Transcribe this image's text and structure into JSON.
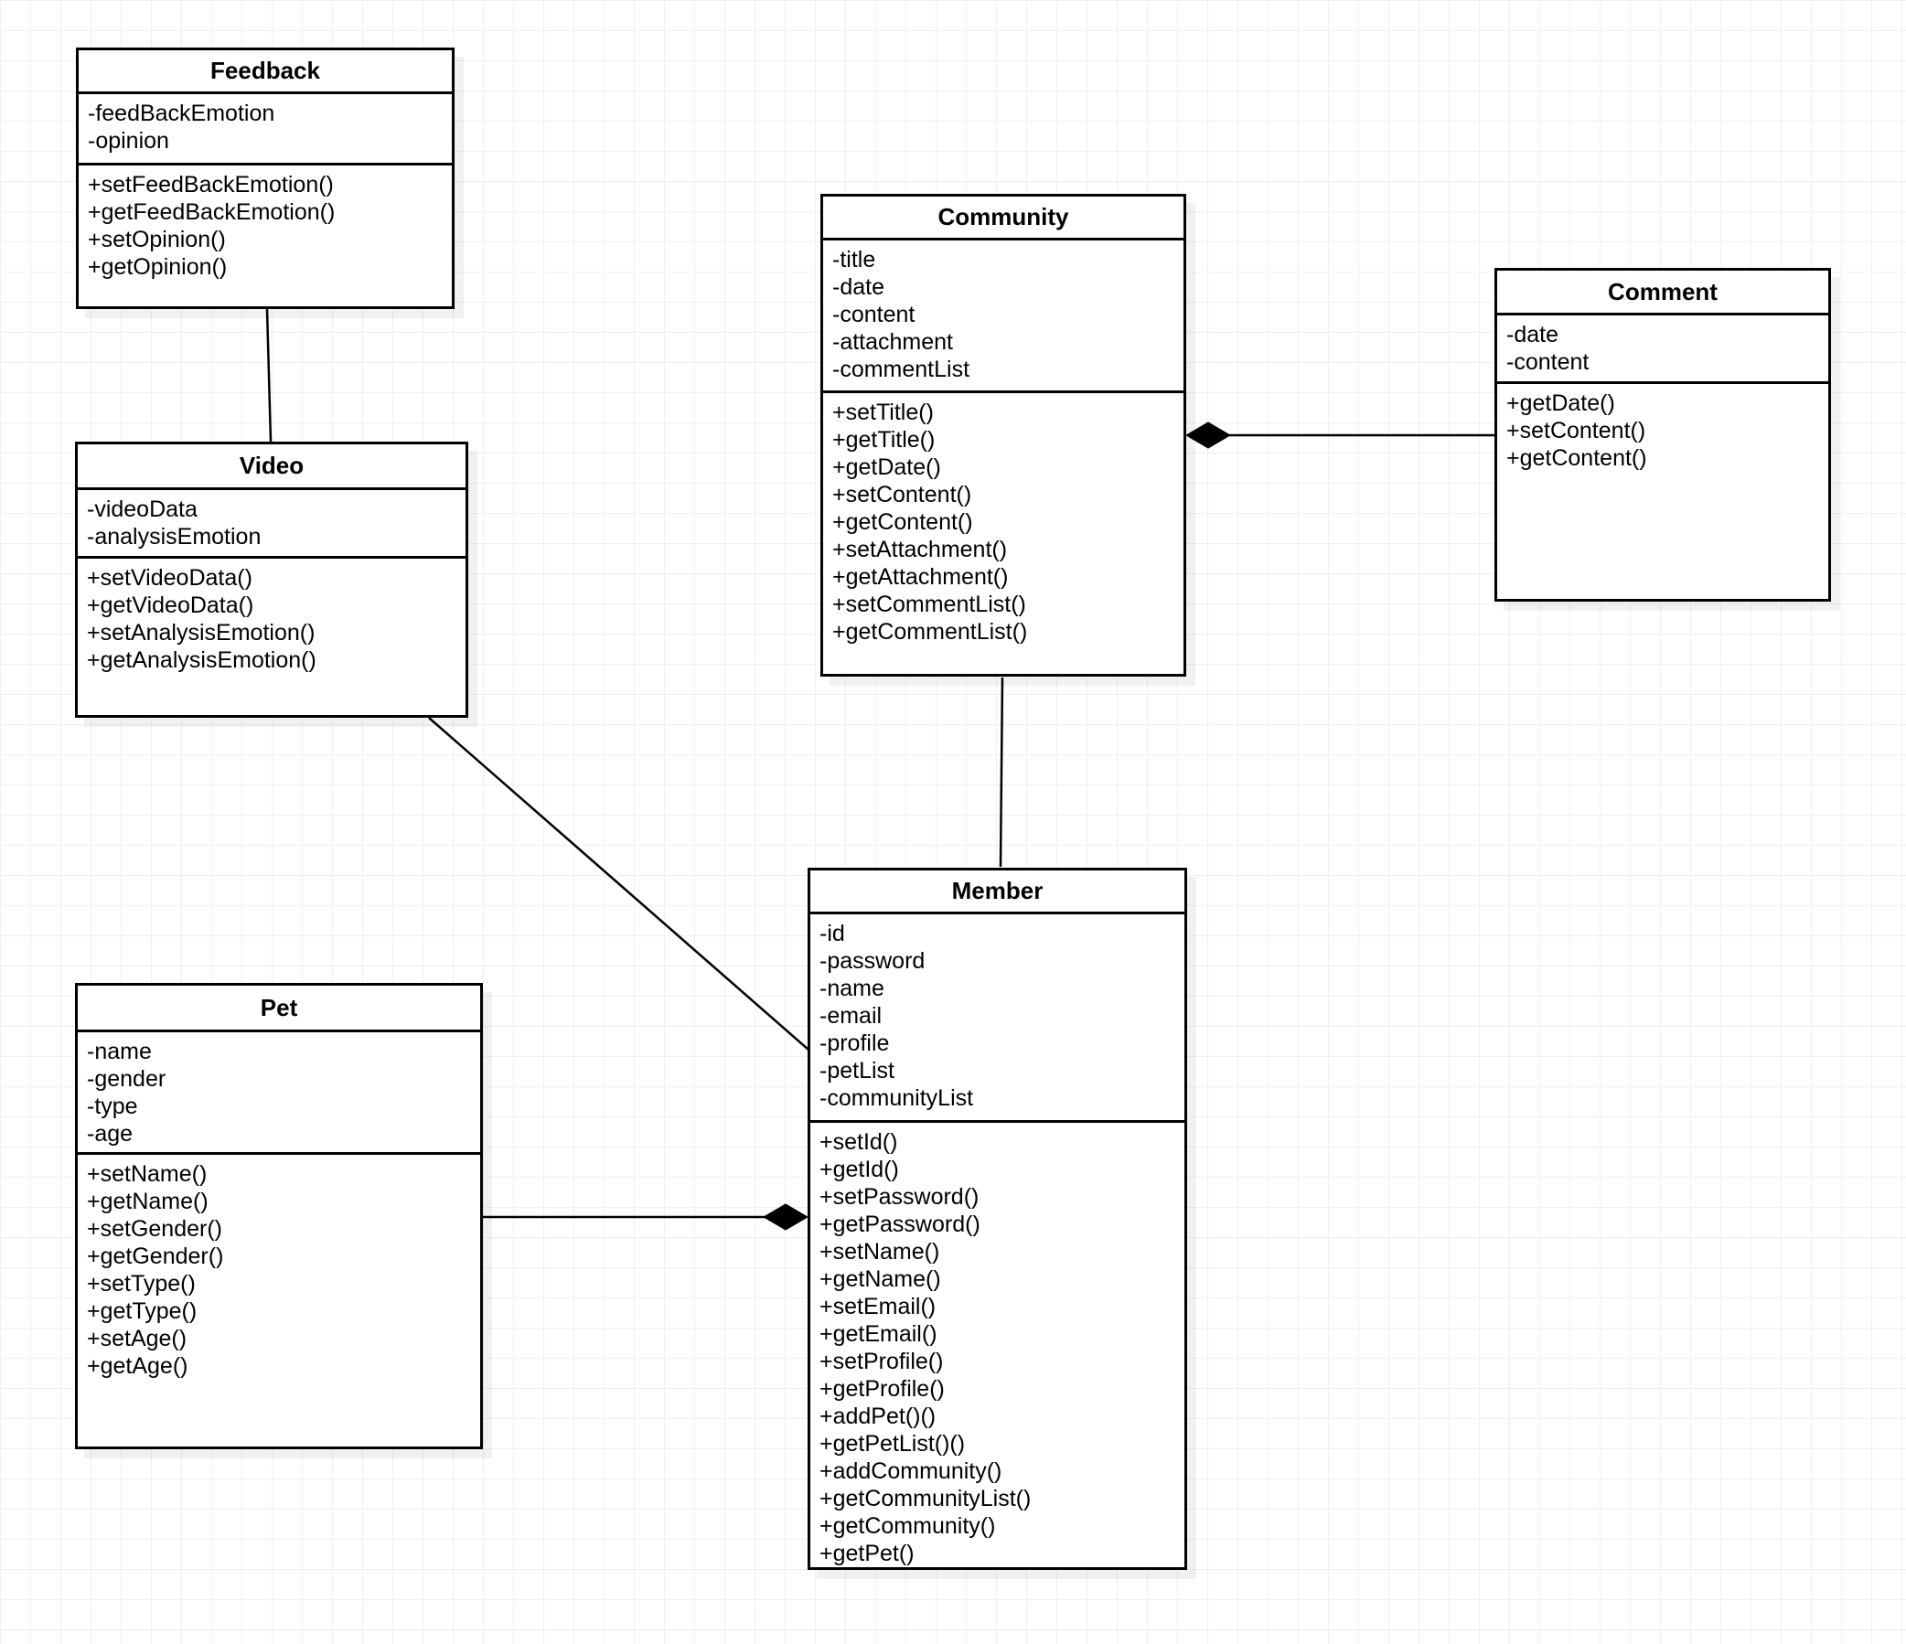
{
  "diagram": {
    "background_color": "#ffffff",
    "grid_color": "#f0f0f0",
    "box_fill": "#ffffff",
    "box_border": "#000000",
    "text_color": "#000000"
  },
  "classes": [
    {
      "name": "Feedback",
      "attributes": [
        "-feedBackEmotion",
        "-opinion"
      ],
      "methods": [
        "+setFeedBackEmotion()",
        "+getFeedBackEmotion()",
        "+setOpinion()",
        "+getOpinion()"
      ]
    },
    {
      "name": "Video",
      "attributes": [
        "-videoData",
        "-analysisEmotion"
      ],
      "methods": [
        "+setVideoData()",
        "+getVideoData()",
        "+setAnalysisEmotion()",
        "+getAnalysisEmotion()"
      ]
    },
    {
      "name": "Pet",
      "attributes": [
        "-name",
        "-gender",
        "-type",
        "-age"
      ],
      "methods": [
        "+setName()",
        "+getName()",
        "+setGender()",
        "+getGender()",
        "+setType()",
        "+getType()",
        "+setAge()",
        "+getAge()"
      ]
    },
    {
      "name": "Community",
      "attributes": [
        "-title",
        "-date",
        "-content",
        "-attachment",
        "-commentList"
      ],
      "methods": [
        "+setTitle()",
        "+getTitle()",
        "+getDate()",
        "+setContent()",
        "+getContent()",
        "+setAttachment()",
        "+getAttachment()",
        "+setCommentList()",
        "+getCommentList()"
      ]
    },
    {
      "name": "Comment",
      "attributes": [
        "-date",
        "-content"
      ],
      "methods": [
        "+getDate()",
        "+setContent()",
        "+getContent()"
      ]
    },
    {
      "name": "Member",
      "attributes": [
        "-id",
        "-password",
        "-name",
        "-email",
        "-profile",
        "-petList",
        "-communityList"
      ],
      "methods": [
        "+setId()",
        "+getId()",
        "+setPassword()",
        "+getPassword()",
        "+setName()",
        "+getName()",
        "+setEmail()",
        "+getEmail()",
        "+setProfile()",
        "+getProfile()",
        "+addPet()()",
        "+getPetList()()",
        "+addCommunity()",
        "+getCommunityList()",
        "+getCommunity()",
        "+getPet()"
      ]
    }
  ],
  "relationships": [
    {
      "from": "Feedback",
      "to": "Video",
      "type": "association"
    },
    {
      "from": "Video",
      "to": "Member",
      "type": "association"
    },
    {
      "from": "Community",
      "to": "Member",
      "type": "association"
    },
    {
      "from": "Comment",
      "to": "Community",
      "type": "composition",
      "diamond_at": "Community"
    },
    {
      "from": "Pet",
      "to": "Member",
      "type": "composition",
      "diamond_at": "Member"
    }
  ]
}
